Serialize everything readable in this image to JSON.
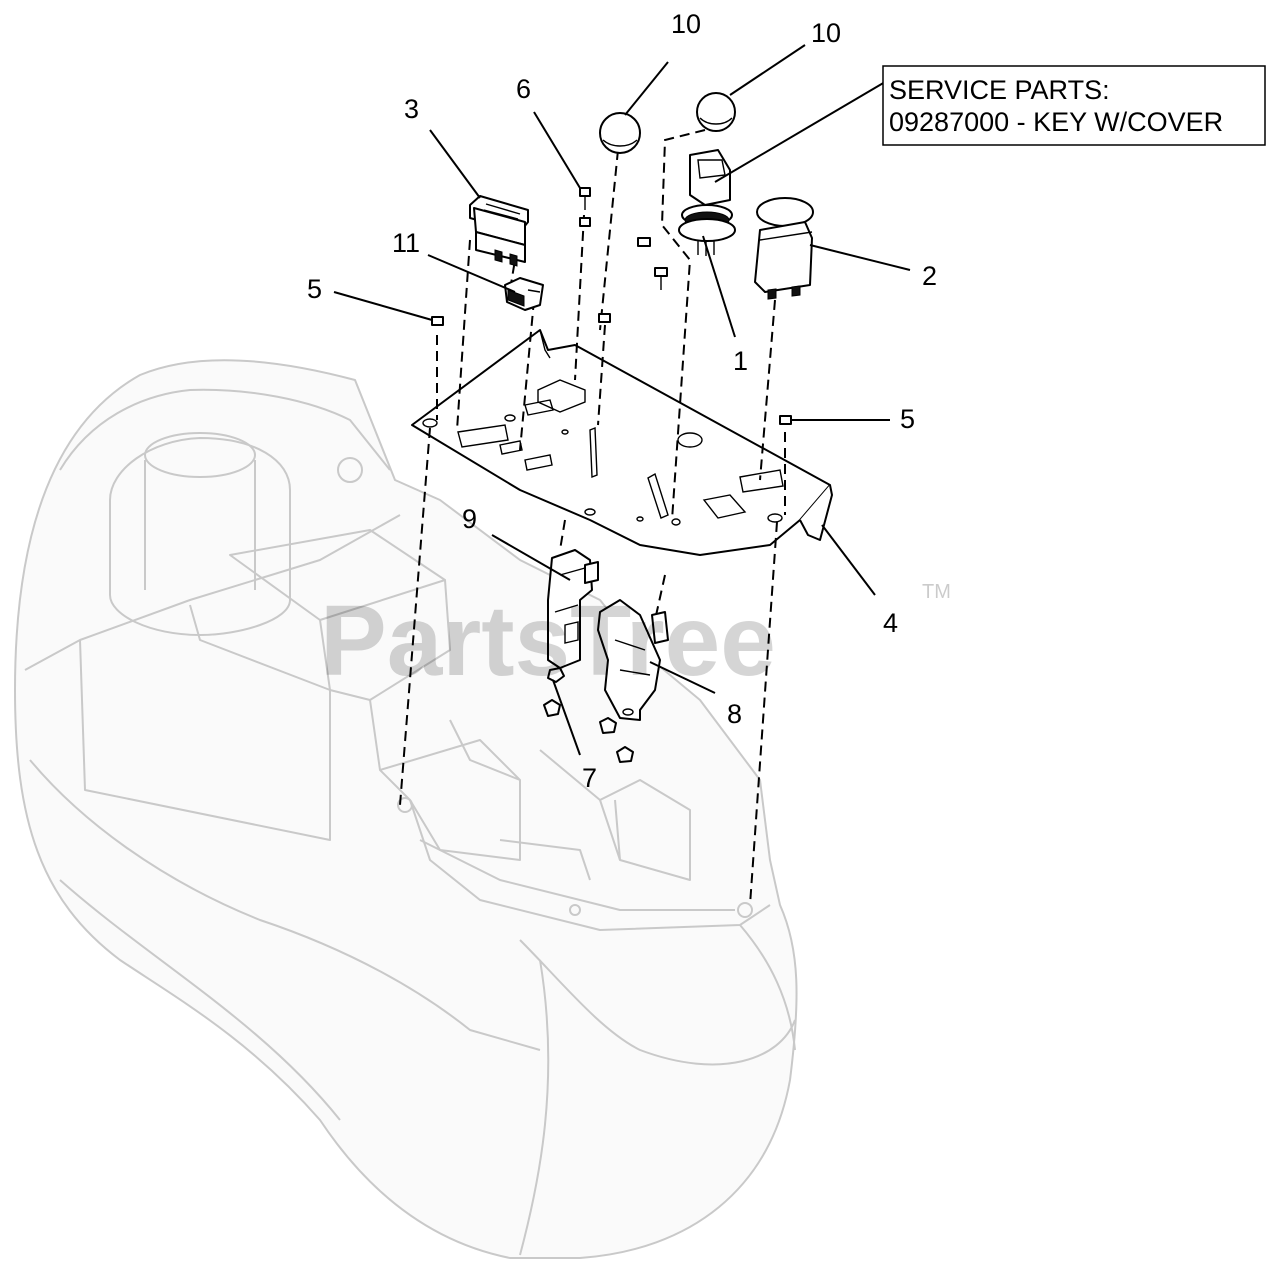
{
  "callouts": [
    {
      "id": "c1",
      "label": "1"
    },
    {
      "id": "c2",
      "label": "2"
    },
    {
      "id": "c3",
      "label": "3"
    },
    {
      "id": "c4",
      "label": "4"
    },
    {
      "id": "c5a",
      "label": "5"
    },
    {
      "id": "c5b",
      "label": "5"
    },
    {
      "id": "c6",
      "label": "6"
    },
    {
      "id": "c7",
      "label": "7"
    },
    {
      "id": "c8",
      "label": "8"
    },
    {
      "id": "c9",
      "label": "9"
    },
    {
      "id": "c10a",
      "label": "10"
    },
    {
      "id": "c10b",
      "label": "10"
    },
    {
      "id": "c11",
      "label": "11"
    }
  ],
  "service_parts": {
    "line1": "SERVICE PARTS:",
    "line2": "09287000 - KEY W/COVER"
  },
  "watermark": {
    "text": "PartsTree",
    "tm": "TM"
  }
}
